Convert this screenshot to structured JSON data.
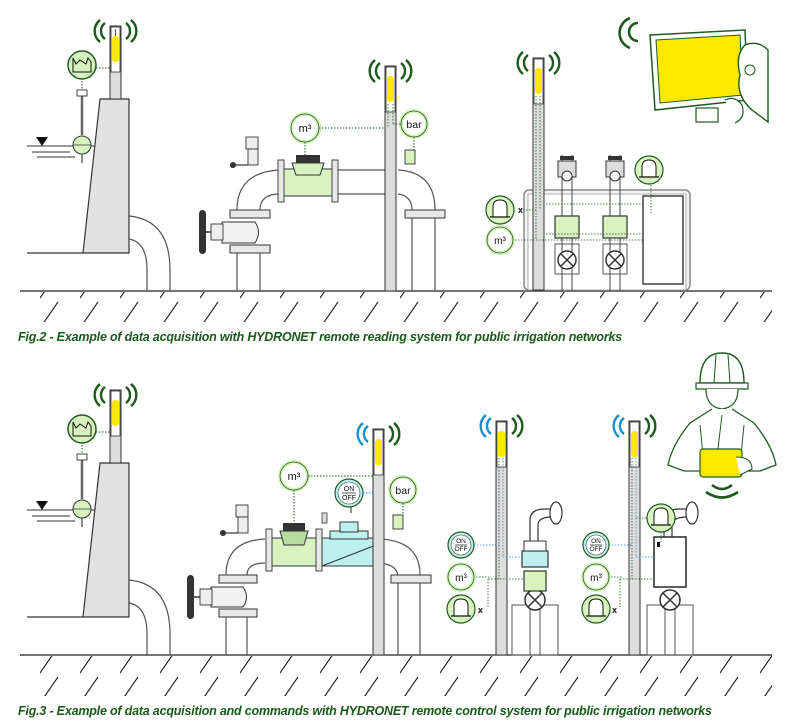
{
  "figures": [
    {
      "id": "fig2",
      "caption": "Fig.2 - Example of data acquisition with HYDRONET remote reading system for public irrigation networks",
      "sensor_labels": {
        "volume": "m³",
        "pressure": "bar"
      }
    },
    {
      "id": "fig3",
      "caption": "Fig.3 - Example of data acquisition and commands with HYDRONET remote control system for public irrigation networks",
      "sensor_labels": {
        "volume": "m³",
        "pressure": "bar",
        "on": "ON",
        "off": "OFF"
      }
    }
  ],
  "colors": {
    "dark_green": "#1e5a1e",
    "light_green": "#d8f2c0",
    "yellow": "#ffe800",
    "light_blue": "#bff0f0",
    "blue_signal": "#1a8fd0",
    "concrete": "#e2e2e2"
  }
}
